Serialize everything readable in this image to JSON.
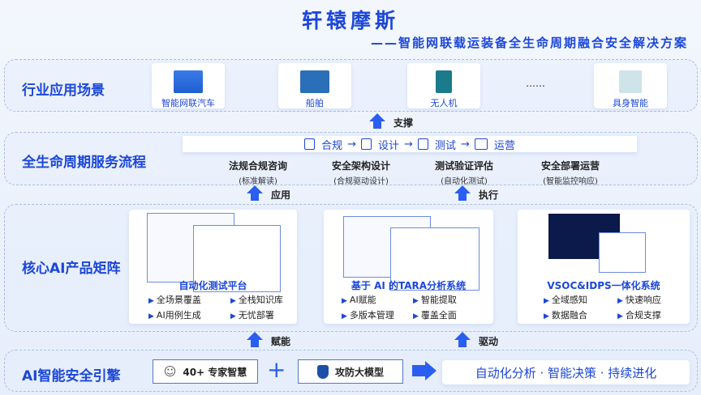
{
  "title": "轩辕摩斯",
  "subtitle": "——智能网联载运装备全生命周期融合安全解决方案",
  "scenes": {
    "label": "行业应用场景",
    "items": [
      "智能网联汽车",
      "船舶",
      "无人机",
      "具身智能"
    ],
    "ellipsis": "……"
  },
  "arrows": {
    "support": "支撑",
    "apply": "应用",
    "execute": "执行",
    "empower": "赋能",
    "drive": "驱动"
  },
  "lifecycle": {
    "label": "全生命周期服务流程",
    "process": [
      "合规",
      "设计",
      "测试",
      "运营"
    ],
    "arrow": "→",
    "steps": [
      {
        "t": "法规合规咨询",
        "s": "(标准解读)"
      },
      {
        "t": "安全架构设计",
        "s": "(合规驱动设计)"
      },
      {
        "t": "测试验证评估",
        "s": "(自动化测试)"
      },
      {
        "t": "安全部署运营",
        "s": "(智能监控响应)"
      }
    ]
  },
  "products": {
    "label": "核心AI产品矩阵",
    "items": [
      {
        "title": "自动化测试平台",
        "features": [
          "全场景覆盖",
          "全栈知识库",
          "AI用例生成",
          "无忧部署"
        ]
      },
      {
        "title": "基于 AI 的TARA分析系统",
        "features": [
          "AI赋能",
          "智能提取",
          "多版本管理",
          "覆盖全面"
        ]
      },
      {
        "title": "VSOC&IDPS一体化系统",
        "features": [
          "全域感知",
          "快速响应",
          "数据融合",
          "合规支撑"
        ]
      }
    ]
  },
  "engine": {
    "label": "AI智能安全引擎",
    "expert": "40+ 专家智慧",
    "plus": "+",
    "model": "攻防大模型",
    "result": "自动化分析 · 智能决策 · 持续进化"
  },
  "colors": {
    "accent": "#1c47d8",
    "arrow": "#2a5ef0"
  }
}
